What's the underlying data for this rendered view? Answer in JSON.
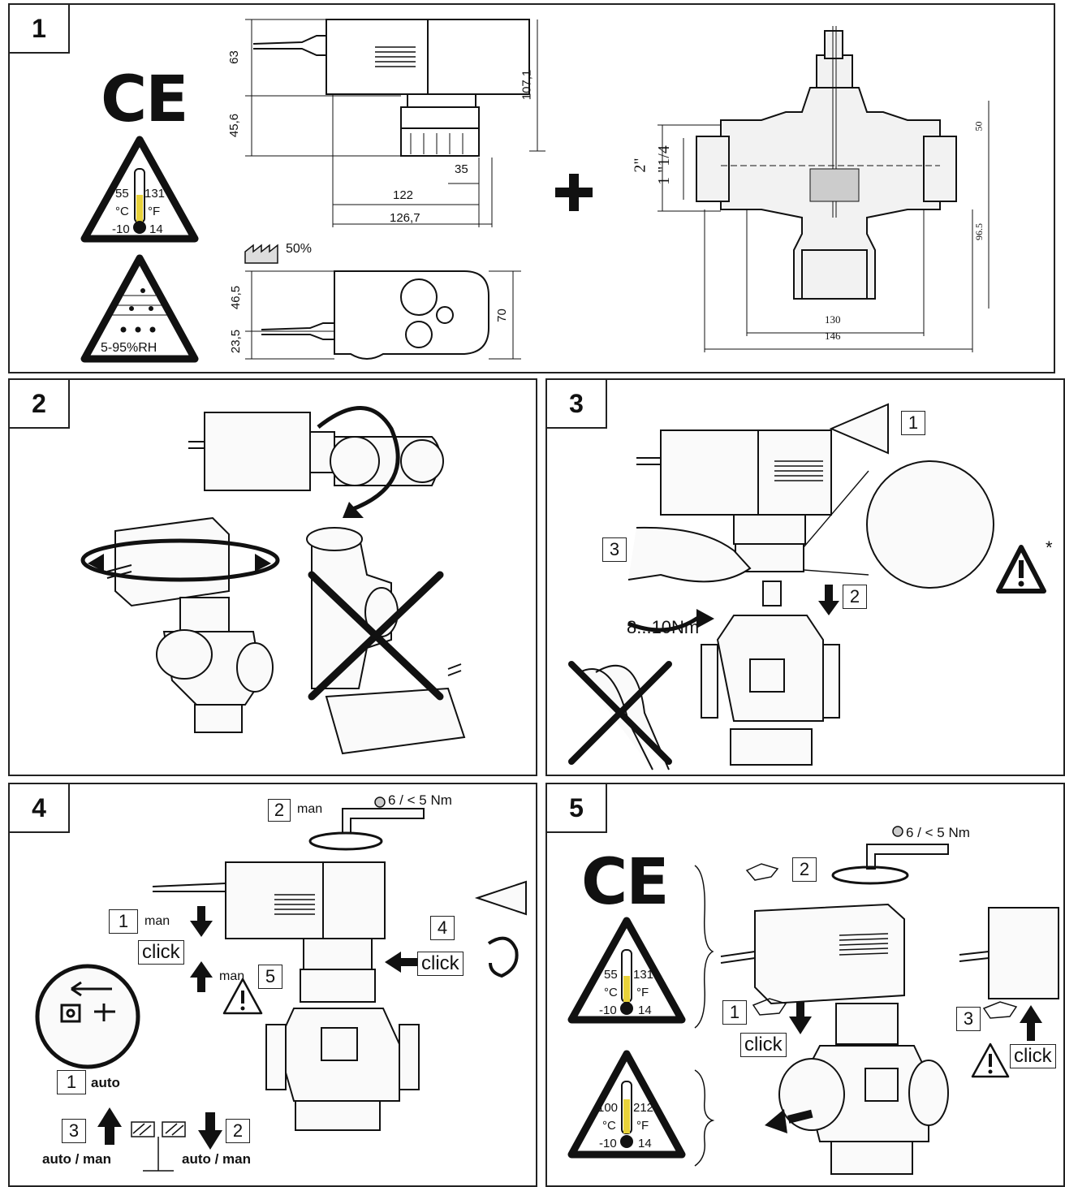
{
  "panels": {
    "p1": {
      "num": "1"
    },
    "p2": {
      "num": "2"
    },
    "p3": {
      "num": "3"
    },
    "p4": {
      "num": "4"
    },
    "p5": {
      "num": "5"
    }
  },
  "marks": {
    "ce": "CE"
  },
  "temp1": {
    "c_max": "55",
    "f_max": "131",
    "c_unit": "°C",
    "f_unit": "°F",
    "c_min": "-10",
    "f_min": "14"
  },
  "temp2": {
    "c_max": "100",
    "f_max": "212",
    "c_unit": "°C",
    "f_unit": "°F",
    "c_min": "-10",
    "f_min": "14"
  },
  "humidity": "5-95%RH",
  "dims": {
    "d63": "63",
    "d45_6": "45,6",
    "d107_1": "107,1",
    "d35": "35",
    "d122": "122",
    "d126_7": "126,7",
    "d46_5": "46,5",
    "d23_5": "23,5",
    "d70": "70",
    "duty": "50%",
    "pipe_2": "2\"",
    "pipe_114": "1 \"1/4",
    "d50": "50",
    "d96_5": "96.5",
    "d130": "130",
    "d146": "146"
  },
  "panel3": {
    "step1": "1",
    "step2": "2",
    "step3": "3",
    "torque": "8...10Nm"
  },
  "panel4": {
    "step2": "2",
    "man": "man",
    "hex": "6 / < 5 Nm",
    "step1": "1",
    "click1": "click",
    "step4": "4",
    "click2": "click",
    "step5": "5",
    "auto_step": "1",
    "auto": "auto",
    "step3b": "3",
    "auto_man": "auto / man",
    "step2b": "2"
  },
  "panel5": {
    "hex": "6 / < 5 Nm",
    "step2": "2",
    "step1": "1",
    "click1": "click",
    "step3": "3",
    "click2": "click"
  }
}
